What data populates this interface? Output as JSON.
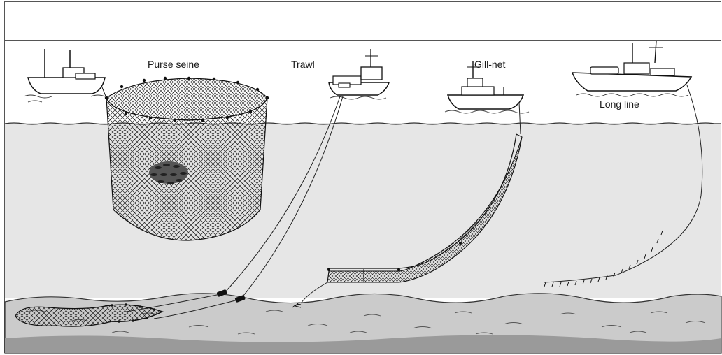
{
  "labels": {
    "purse_seine": "Purse seine",
    "trawl": "Trawl",
    "gill_net": "Gill-net",
    "long_line": "Long line"
  },
  "colors": {
    "water": "#e6e6e6",
    "seabed": "#cbcbcb",
    "seabed_dark": "#9a9a9a",
    "line": "#1a1a1a",
    "frame": "#555555"
  }
}
